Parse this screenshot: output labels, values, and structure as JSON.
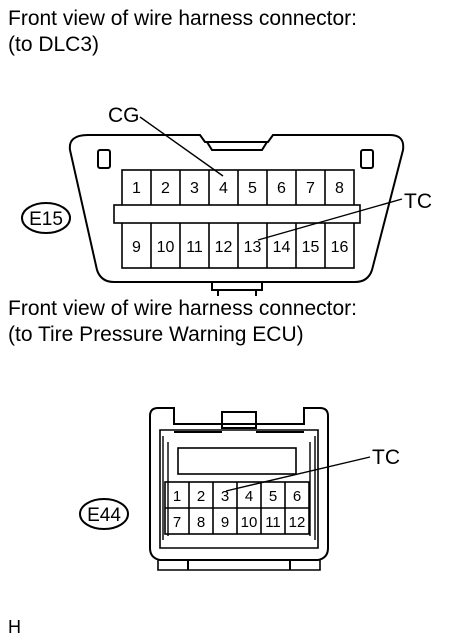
{
  "dlc3": {
    "caption_line1": "Front view of wire harness connector:",
    "caption_line2": "(to DLC3)",
    "connector_code": "E15",
    "label_cg": "CG",
    "label_tc": "TC",
    "pins_top": [
      "1",
      "2",
      "3",
      "4",
      "5",
      "6",
      "7",
      "8"
    ],
    "pins_bottom": [
      "9",
      "10",
      "11",
      "12",
      "13",
      "14",
      "15",
      "16"
    ]
  },
  "ecu": {
    "caption_line1": "Front view of wire harness connector:",
    "caption_line2": "(to Tire Pressure Warning ECU)",
    "connector_code": "E44",
    "label_tc": "TC",
    "pins_top": [
      "1",
      "2",
      "3",
      "4",
      "5",
      "6"
    ],
    "pins_bottom": [
      "7",
      "8",
      "9",
      "10",
      "11",
      "12"
    ]
  },
  "footer": "H"
}
